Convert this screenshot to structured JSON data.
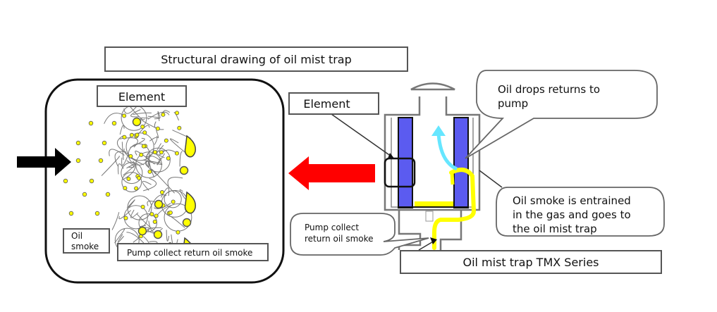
{
  "diagram": {
    "title": "Structural drawing of oil mist trap",
    "detail_view": {
      "element_label": "Element",
      "oil_smoke_label": "Oil smoke",
      "pump_collect_label": "Pump collect return oil smoke"
    },
    "trap_view": {
      "element_label": "Element",
      "callout_oil_drops": "Oil drops returns to pump",
      "callout_oil_drops_lines": [
        "Oil drops returns to",
        "pump"
      ],
      "callout_oil_smoke_lines": [
        "Oil smoke is entrained",
        "in the gas and goes to",
        "the oil mist trap"
      ],
      "callout_pump_collect_lines": [
        "Pump collect",
        "return oil smoke"
      ],
      "series_label": "Oil mist trap TMX Series"
    },
    "colors": {
      "element_fill": "#5b5bf0",
      "oil_yellow": "#ffff00",
      "flow_arrow_red": "#ff0000",
      "exhaust_arrow_cyan": "#66e6ff",
      "inlet_arrow_black": "#000000"
    }
  }
}
